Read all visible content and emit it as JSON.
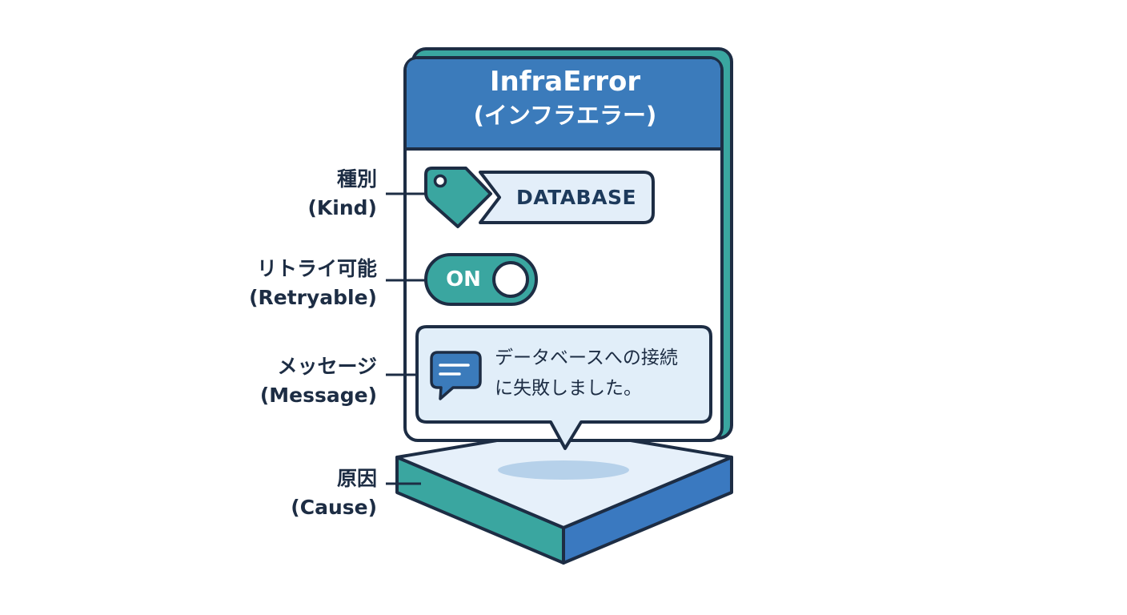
{
  "header": {
    "title": "InfraError",
    "subtitle": "(インフラエラー)"
  },
  "fields": {
    "kind": {
      "label_ja": "種別",
      "label_en": "(Kind)",
      "value": "DATABASE"
    },
    "retryable": {
      "label_ja": "リトライ可能",
      "label_en": "(Retryable)",
      "value": "ON",
      "enabled": true
    },
    "message": {
      "label_ja": "メッセージ",
      "label_en": "(Message)",
      "line1": "データベースへの接続",
      "line2": "に失敗しました。"
    },
    "cause": {
      "label_ja": "原因",
      "label_en": "(Cause)"
    }
  },
  "icons": {
    "kind": "tag-icon",
    "message": "chat-bubble-icon"
  },
  "colors": {
    "header_blue": "#3b7bbb",
    "outline_navy": "#1d2d44",
    "teal": "#3aa6a0",
    "light_blue_fill": "#e1eef9",
    "base_side_blue": "#3a79c0"
  }
}
